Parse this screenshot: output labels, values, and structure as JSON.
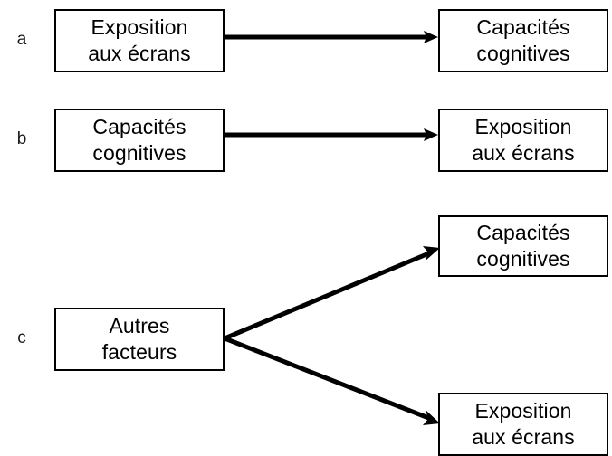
{
  "figure": {
    "type": "causal-direction-diagram",
    "background_color": "#ffffff",
    "line_color": "#000000",
    "text_color": "#000000"
  },
  "panels": [
    {
      "label": "a",
      "nodes": [
        {
          "name": "source",
          "line1": "Exposition",
          "line2": "aux écrans"
        },
        {
          "name": "target",
          "line1": "Capacités",
          "line2": "cognitives"
        }
      ],
      "arrows": [
        {
          "name": "source-to-target",
          "direction": "right"
        }
      ]
    },
    {
      "label": "b",
      "nodes": [
        {
          "name": "source",
          "line1": "Capacités",
          "line2": "cognitives"
        },
        {
          "name": "target",
          "line1": "Exposition",
          "line2": "aux écrans"
        }
      ],
      "arrows": [
        {
          "name": "source-to-target",
          "direction": "right"
        }
      ]
    },
    {
      "label": "c",
      "nodes": [
        {
          "name": "confounder",
          "line1": "Autres",
          "line2": "facteurs"
        },
        {
          "name": "target-upper",
          "line1": "Capacités",
          "line2": "cognitives"
        },
        {
          "name": "target-lower",
          "line1": "Exposition",
          "line2": "aux écrans"
        }
      ],
      "arrows": [
        {
          "name": "confounder-to-upper",
          "direction": "up-right"
        },
        {
          "name": "confounder-to-lower",
          "direction": "down-right"
        }
      ]
    }
  ]
}
